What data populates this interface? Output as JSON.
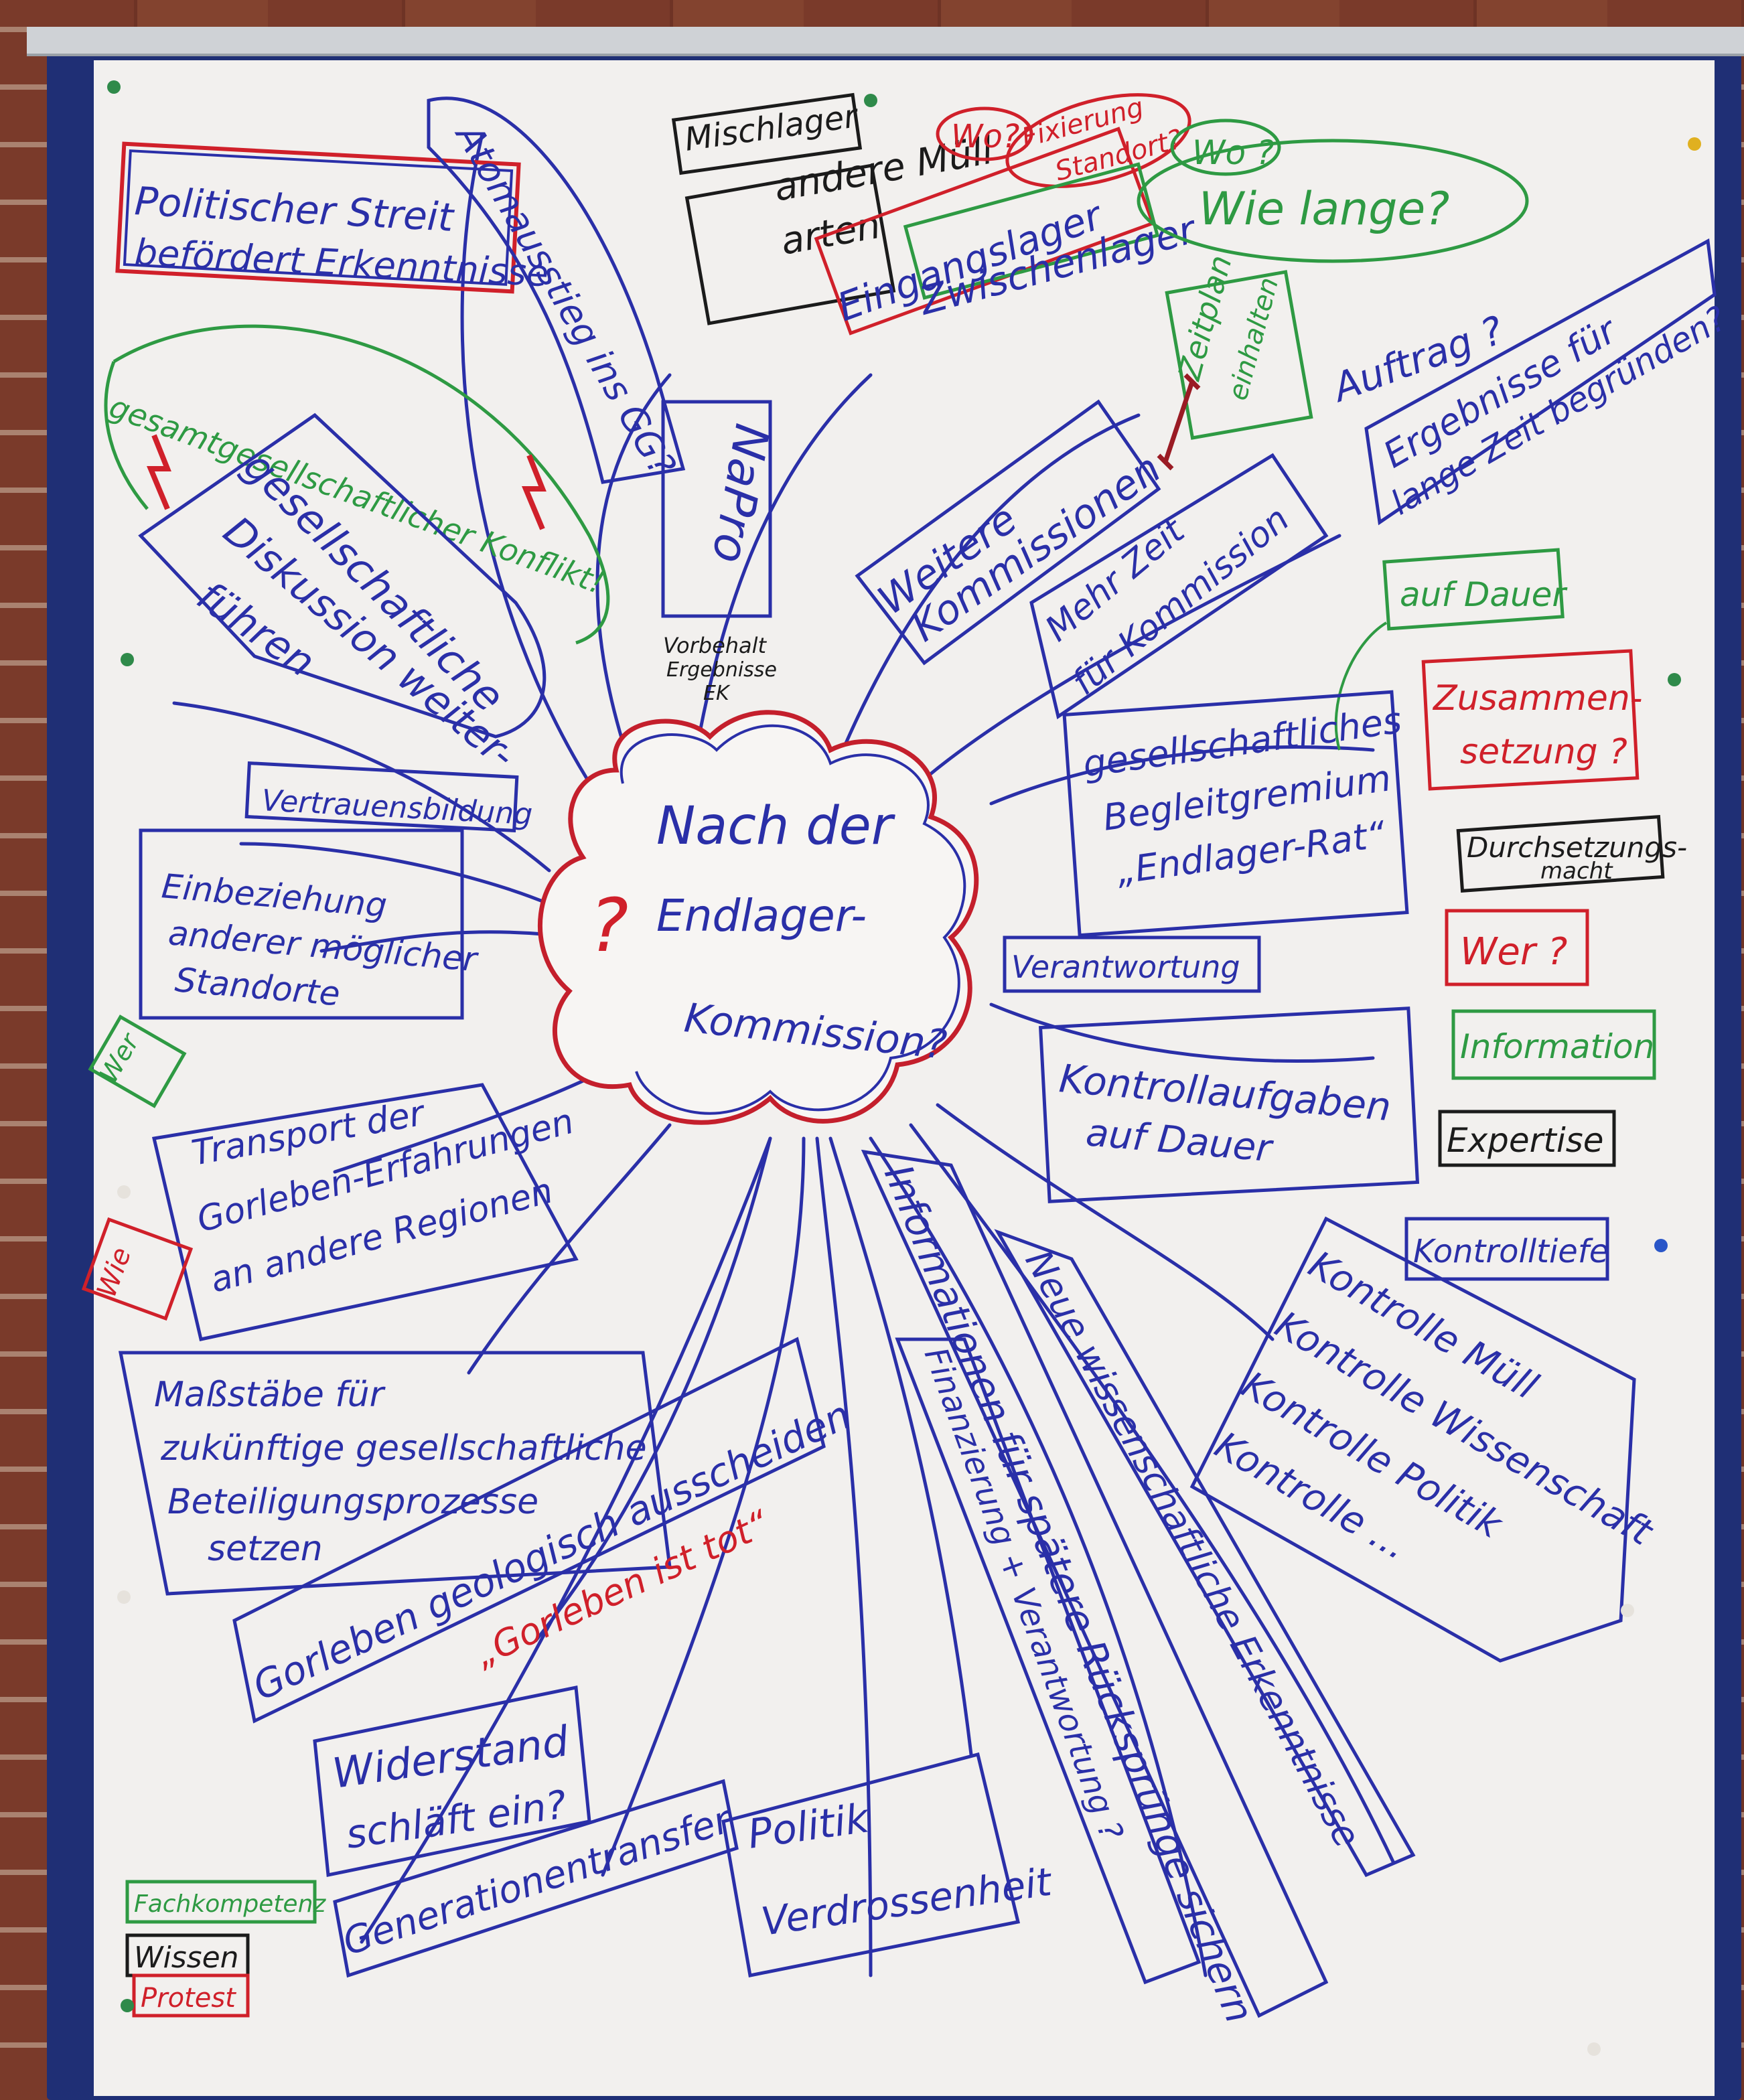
{
  "center": {
    "line1": "Nach der",
    "line2": "Endlager-",
    "line3": "Kommission?",
    "mark": "?"
  },
  "texts": {
    "politischer_streit": [
      "Politischer Streit",
      "befördert Erkenntnisse"
    ],
    "atomausstieg": "Atomausstieg ins GG?",
    "mischlager": "Mischlager",
    "andere_muell": [
      "andere Müll",
      "arten"
    ],
    "wo1": "Wo?",
    "fixierung": [
      "Fixierung",
      "Standort?"
    ],
    "eingangslager": "Eingangslager",
    "zwischenlager": "Zwischenlager",
    "wo2": "Wo ?",
    "wie_lange": "Wie lange?",
    "gesamt_konflikt": "gesamtgesellschaftlicher Konflikt!",
    "gesell_diskussion": [
      "gesellschaftliche",
      "Diskussion weiter-",
      "führen"
    ],
    "napro": "NaPro",
    "vorbehalt": [
      "Vorbehalt",
      "Ergebnisse",
      "EK"
    ],
    "weitere_kommissionen": [
      "Weitere",
      "Kommissionen"
    ],
    "zeitplan": [
      "Zeitplan",
      "einhalten"
    ],
    "auftrag": "Auftrag ?",
    "ergebnisse": [
      "Ergebnisse für",
      "lange Zeit begründen?"
    ],
    "mehr_zeit": [
      "Mehr Zeit",
      "für Kommission"
    ],
    "auf_dauer": "auf Dauer",
    "zusammensetzung": [
      "Zusammen-",
      "setzung ?"
    ],
    "vertrauensbildung": "Vertrauensbildung",
    "einbeziehung": [
      "Einbeziehung",
      "anderer möglicher",
      "Standorte"
    ],
    "begleitgremium": [
      "gesellschaftliches",
      "Begleitgremium",
      "„Endlager-Rat“"
    ],
    "durchsetzungsmacht": [
      "Durchsetzungs-",
      "macht"
    ],
    "wer_red": "Wer ?",
    "verantwortung": "Verantwortung",
    "information": "Information",
    "kontrollaufgaben": [
      "Kontrollaufgaben",
      "auf Dauer"
    ],
    "expertise": "Expertise",
    "wer_green": "Wer",
    "transport": [
      "Transport der",
      "Gorleben-Erfahrungen",
      "an andere Regionen"
    ],
    "wie": "Wie",
    "kontrolltiefe": "Kontrolltiefe",
    "kontrolle_list": [
      "Kontrolle Müll",
      "Kontrolle Wissenschaft",
      "Kontrolle Politik",
      "Kontrolle ..."
    ],
    "massstaebe": [
      "Maßstäbe für",
      "zukünftige gesellschaftliche",
      "Beteiligungsprozesse",
      "setzen"
    ],
    "gorleben": "Gorleben geologisch ausscheiden",
    "gorleben_tot": "„Gorleben ist tot“",
    "informationen": "Informationen für spätere Rücksprünge sichern",
    "neue_wiss": "Neue wissenschaftliche Erkenntnisse",
    "finanzierung": "Finanzierung + Verantwortung ?",
    "widerstand": [
      "Widerstand",
      "schläft ein?"
    ],
    "politik_verdrossenheit": [
      "Politik",
      "Verdrossenheit"
    ],
    "generationentransfer": "Generationentransfer",
    "fachkompetenz": "Fachkompetenz",
    "wissen": "Wissen",
    "protest": "Protest"
  },
  "colors": {
    "blue": "#2a2fa8",
    "red": "#d0202a",
    "green": "#2e9a43",
    "black": "#1b1b1b",
    "paper": "#f2f0ee",
    "board": "#1f2f75"
  }
}
